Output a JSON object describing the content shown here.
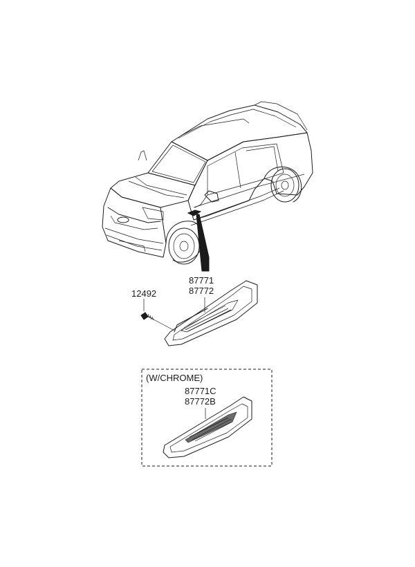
{
  "diagram": {
    "callouts": {
      "part_upper_a": "87771",
      "part_upper_b": "87772",
      "screw": "12492",
      "chrome_a": "87771C",
      "chrome_b": "87772B"
    },
    "option_box_title": "(W/CHROME)",
    "colors": {
      "ink": "#1a1a1a",
      "hatch": "#6b6b6b",
      "background": "#ffffff"
    }
  }
}
